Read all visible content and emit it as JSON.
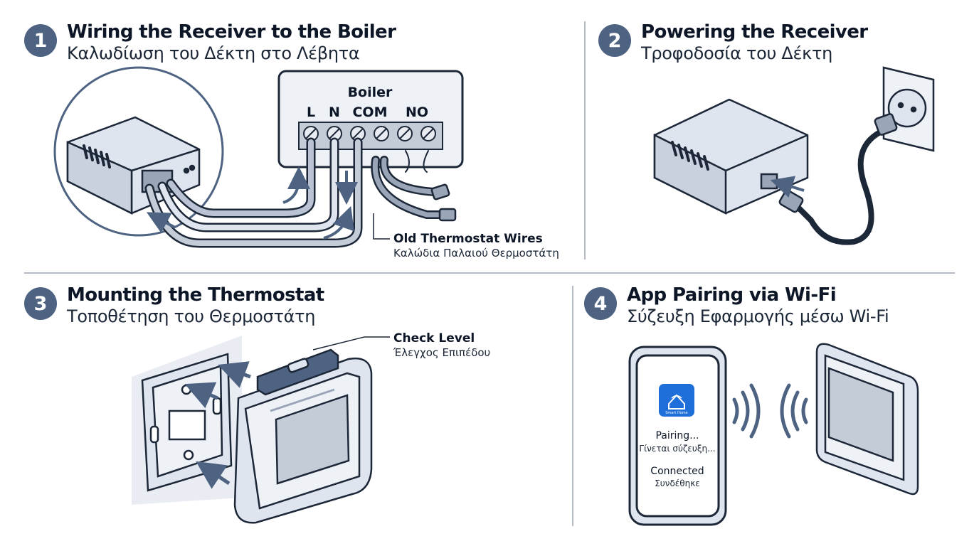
{
  "steps": [
    {
      "number": "1",
      "title": "Wiring the Receiver to the Boiler",
      "subtitle": "Καλωδίωση του Δέκτη στο Λέβητα"
    },
    {
      "number": "2",
      "title": "Powering the Receiver",
      "subtitle": "Τροφοδοσία του Δέκτη"
    },
    {
      "number": "3",
      "title": "Mounting the Thermostat",
      "subtitle": "Τοποθέτηση του Θερμοστάτη"
    },
    {
      "number": "4",
      "title": "App Pairing via Wi-Fi",
      "subtitle": "Σύζευξη Εφαρμογής μέσω Wi-Fi"
    }
  ],
  "boiler": {
    "label": "Boiler",
    "terminals": [
      "L",
      "N",
      "COM",
      "NO"
    ]
  },
  "callouts": {
    "old_wires_en": "Old Thermostat Wires",
    "old_wires_el": "Καλώδια Παλαιού Θερμοστάτη",
    "check_level_en": "Check Level",
    "check_level_el": "Έλεγχος Επιπέδου"
  },
  "phone": {
    "app_label": "Smart Home",
    "pairing_en": "Pairing...",
    "pairing_el": "Γίνεται σύζευξη...",
    "connected_en": "Connected",
    "connected_el": "Συνδέθηκε"
  },
  "colors": {
    "accent": "#4d6381",
    "line": "#1c2738",
    "device_fill": "#dfe5ef",
    "device_shade": "#b9c3d3",
    "divider": "#9aa4b1"
  }
}
